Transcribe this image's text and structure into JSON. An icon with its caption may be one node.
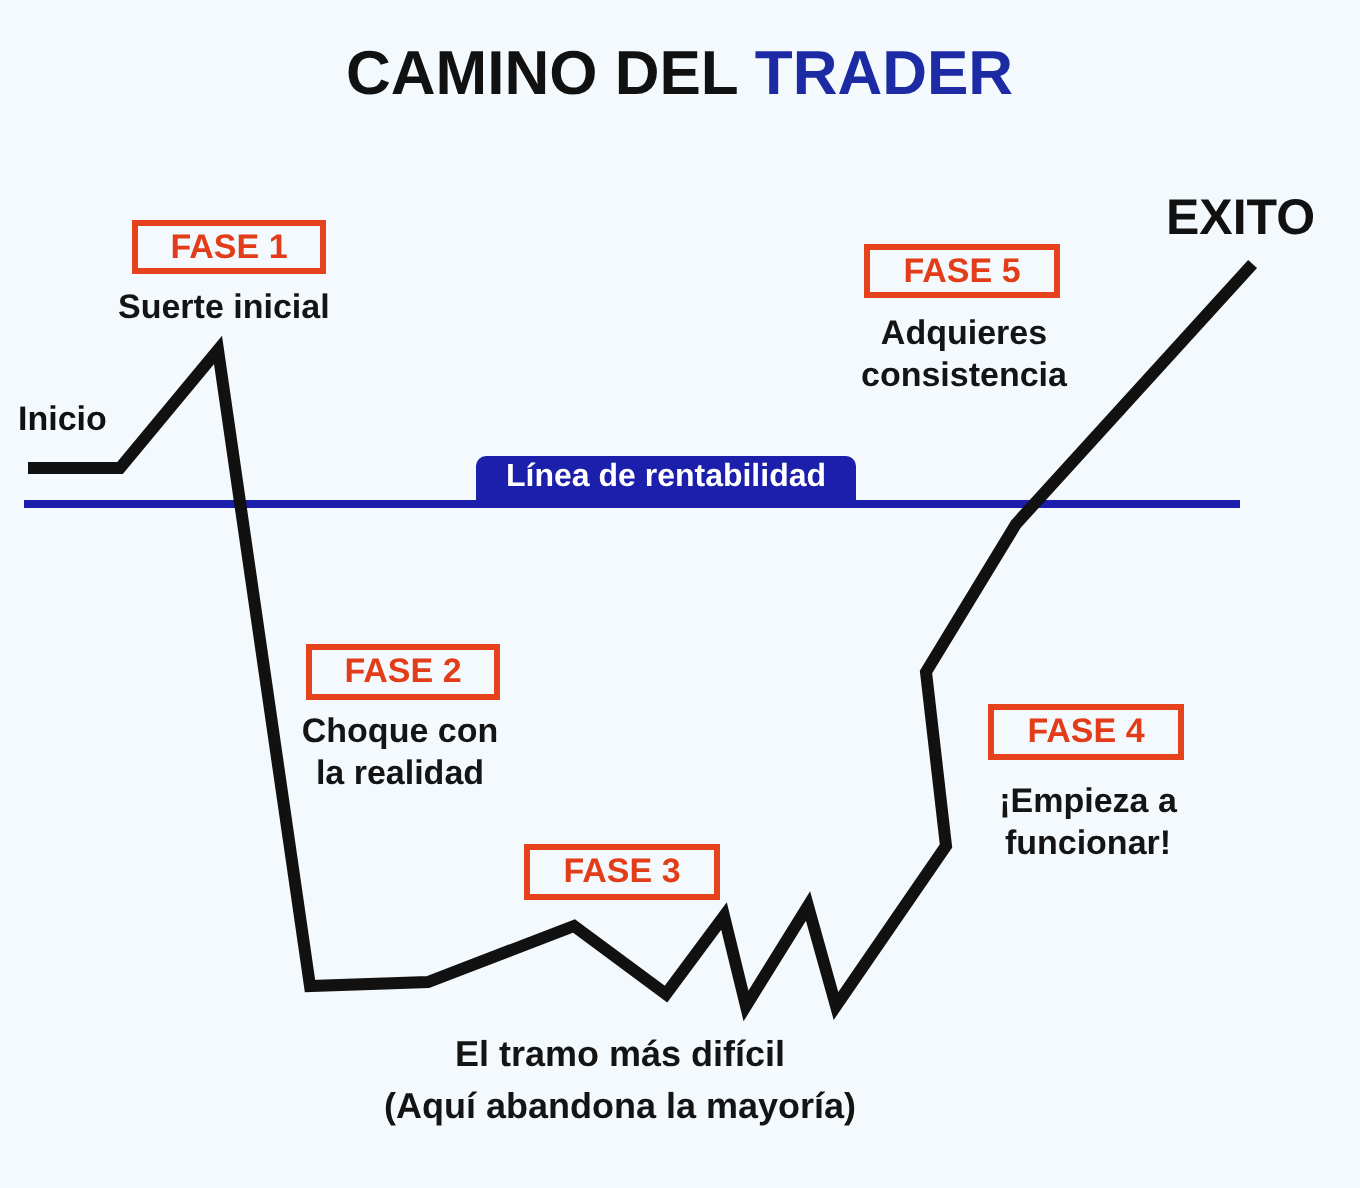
{
  "diagram": {
    "title": "CAMINO DEL TRADER",
    "nodes": [
      {
        "text": [
          "FASE 1"
        ],
        "beside": [
          "Suerte inicial"
        ]
      },
      {
        "text": [
          "EXITO"
        ]
      },
      {
        "text": [
          "FASE 5"
        ],
        "beside": [
          "Adquieres consistencia"
        ]
      },
      {
        "text": [
          "Inicio"
        ]
      },
      {
        "text": [
          "Línea de rentabilidad"
        ]
      },
      {
        "text": [
          "FASE 2"
        ],
        "beside": [
          "Choque con la realidad"
        ]
      },
      {
        "text": [
          "FASE 4"
        ],
        "beside": [
          "¡Empieza a funcionar!"
        ]
      },
      {
        "text": [
          "FASE 3"
        ]
      }
    ],
    "edges": [
      {
        "from": 3,
        "to": 1,
        "arrow": "none"
      }
    ],
    "labels": [
      "El tramo más difícil",
      "(Aquí abandona la mayoría)"
    ]
  }
}
